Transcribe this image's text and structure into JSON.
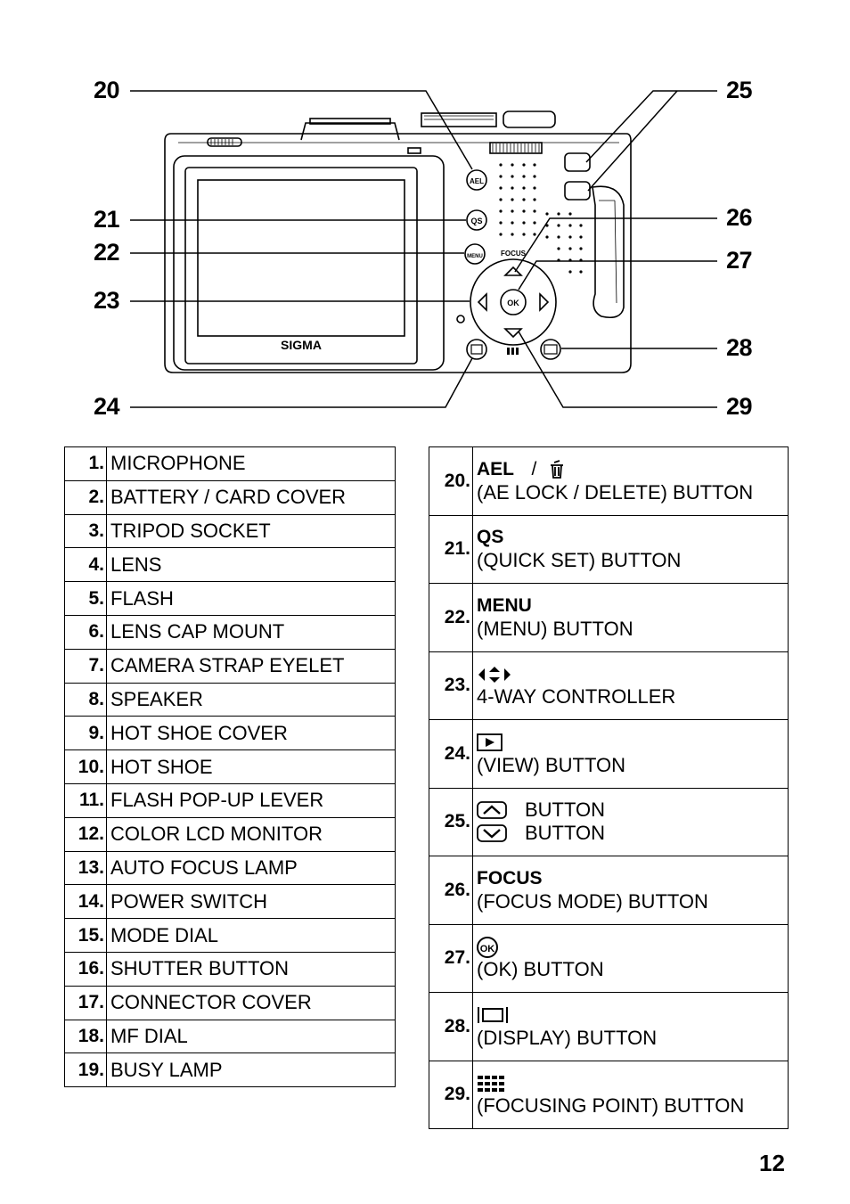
{
  "callouts": {
    "c20": "20",
    "c21": "21",
    "c22": "22",
    "c23": "23",
    "c24": "24",
    "c25": "25",
    "c26": "26",
    "c27": "27",
    "c28": "28",
    "c29": "29"
  },
  "camera": {
    "brand": "SIGMA",
    "focus_label": "FOCUS",
    "ael_label": "AEL",
    "qs_label": "QS",
    "menu_label": "MENU",
    "ok_label": "OK"
  },
  "left_table": [
    {
      "num": "1.",
      "label": "MICROPHONE"
    },
    {
      "num": "2.",
      "label": "BATTERY / CARD COVER"
    },
    {
      "num": "3.",
      "label": "TRIPOD SOCKET"
    },
    {
      "num": "4.",
      "label": "LENS"
    },
    {
      "num": "5.",
      "label": "FLASH"
    },
    {
      "num": "6.",
      "label": "LENS CAP MOUNT"
    },
    {
      "num": "7.",
      "label": "CAMERA STRAP EYELET"
    },
    {
      "num": "8.",
      "label": "SPEAKER"
    },
    {
      "num": "9.",
      "label": "HOT SHOE COVER"
    },
    {
      "num": "10.",
      "label": "HOT SHOE"
    },
    {
      "num": "11.",
      "label": "FLASH POP-UP LEVER"
    },
    {
      "num": "12.",
      "label": "COLOR LCD MONITOR"
    },
    {
      "num": "13.",
      "label": "AUTO FOCUS LAMP"
    },
    {
      "num": "14.",
      "label": "POWER SWITCH"
    },
    {
      "num": "15.",
      "label": "MODE DIAL"
    },
    {
      "num": "16.",
      "label": "SHUTTER BUTTON"
    },
    {
      "num": "17.",
      "label": "CONNECTOR COVER"
    },
    {
      "num": "18.",
      "label": "MF DIAL"
    },
    {
      "num": "19.",
      "label": "BUSY LAMP"
    }
  ],
  "right_table": {
    "r20": {
      "num": "20.",
      "symbol": "AEL",
      "separator": "/",
      "desc": "(AE LOCK / DELETE) BUTTON"
    },
    "r21": {
      "num": "21.",
      "symbol": "QS",
      "desc": "(QUICK SET) BUTTON"
    },
    "r22": {
      "num": "22.",
      "symbol": "MENU",
      "desc": "(MENU) BUTTON"
    },
    "r23": {
      "num": "23.",
      "desc": "4-WAY CONTROLLER"
    },
    "r24": {
      "num": "24.",
      "desc": "(VIEW) BUTTON"
    },
    "r25": {
      "num": "25.",
      "desc_up": "BUTTON",
      "desc_down": "BUTTON"
    },
    "r26": {
      "num": "26.",
      "symbol": "FOCUS",
      "desc": "(FOCUS MODE) BUTTON"
    },
    "r27": {
      "num": "27.",
      "symbol": "OK",
      "desc": "(OK) BUTTON"
    },
    "r28": {
      "num": "28.",
      "desc": "(DISPLAY) BUTTON"
    },
    "r29": {
      "num": "29.",
      "desc": "(FOCUSING POINT) BUTTON"
    }
  },
  "icons": [
    "trash-icon",
    "up-chevron-icon",
    "down-chevron-icon",
    "four-way-arrows-icon",
    "play-icon",
    "display-icon",
    "focus-point-grid-icon"
  ],
  "page_number": "12"
}
